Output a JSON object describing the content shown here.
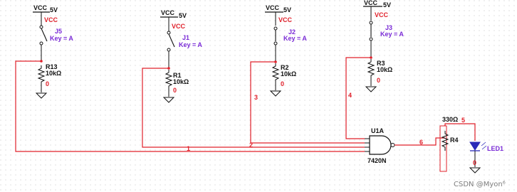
{
  "vcc_voltage": "5V",
  "vcc_net_label": "VCC",
  "vcc_symbol_label": "VCC",
  "switches": [
    {
      "ref": "J5",
      "type": "Key = A"
    },
    {
      "ref": "J1",
      "type": "Key = A"
    },
    {
      "ref": "J2",
      "type": "Key = A"
    },
    {
      "ref": "J3",
      "type": "Key = A"
    }
  ],
  "resistors": [
    {
      "ref": "R13",
      "value": "10kΩ"
    },
    {
      "ref": "R1",
      "value": "10kΩ"
    },
    {
      "ref": "R2",
      "value": "10kΩ"
    },
    {
      "ref": "R3",
      "value": "10kΩ"
    }
  ],
  "ground_net": "0",
  "nets": {
    "n1": "1",
    "n2": "2",
    "n3": "3",
    "n4": "4",
    "n5": "5",
    "n6": "6"
  },
  "gate": {
    "ref": "U1A",
    "part": "7420N"
  },
  "led_resistor": {
    "ref": "R4",
    "value": "330Ω"
  },
  "led": {
    "ref": "LED1"
  },
  "watermark": "CSDN @Myon⁶",
  "colors": {
    "wire": "#e0202a",
    "part": "#7a2bd6",
    "symbol": "#111111",
    "led": "#2a2ab8",
    "grid": "#c9c9c9",
    "background": "#ffffff"
  }
}
